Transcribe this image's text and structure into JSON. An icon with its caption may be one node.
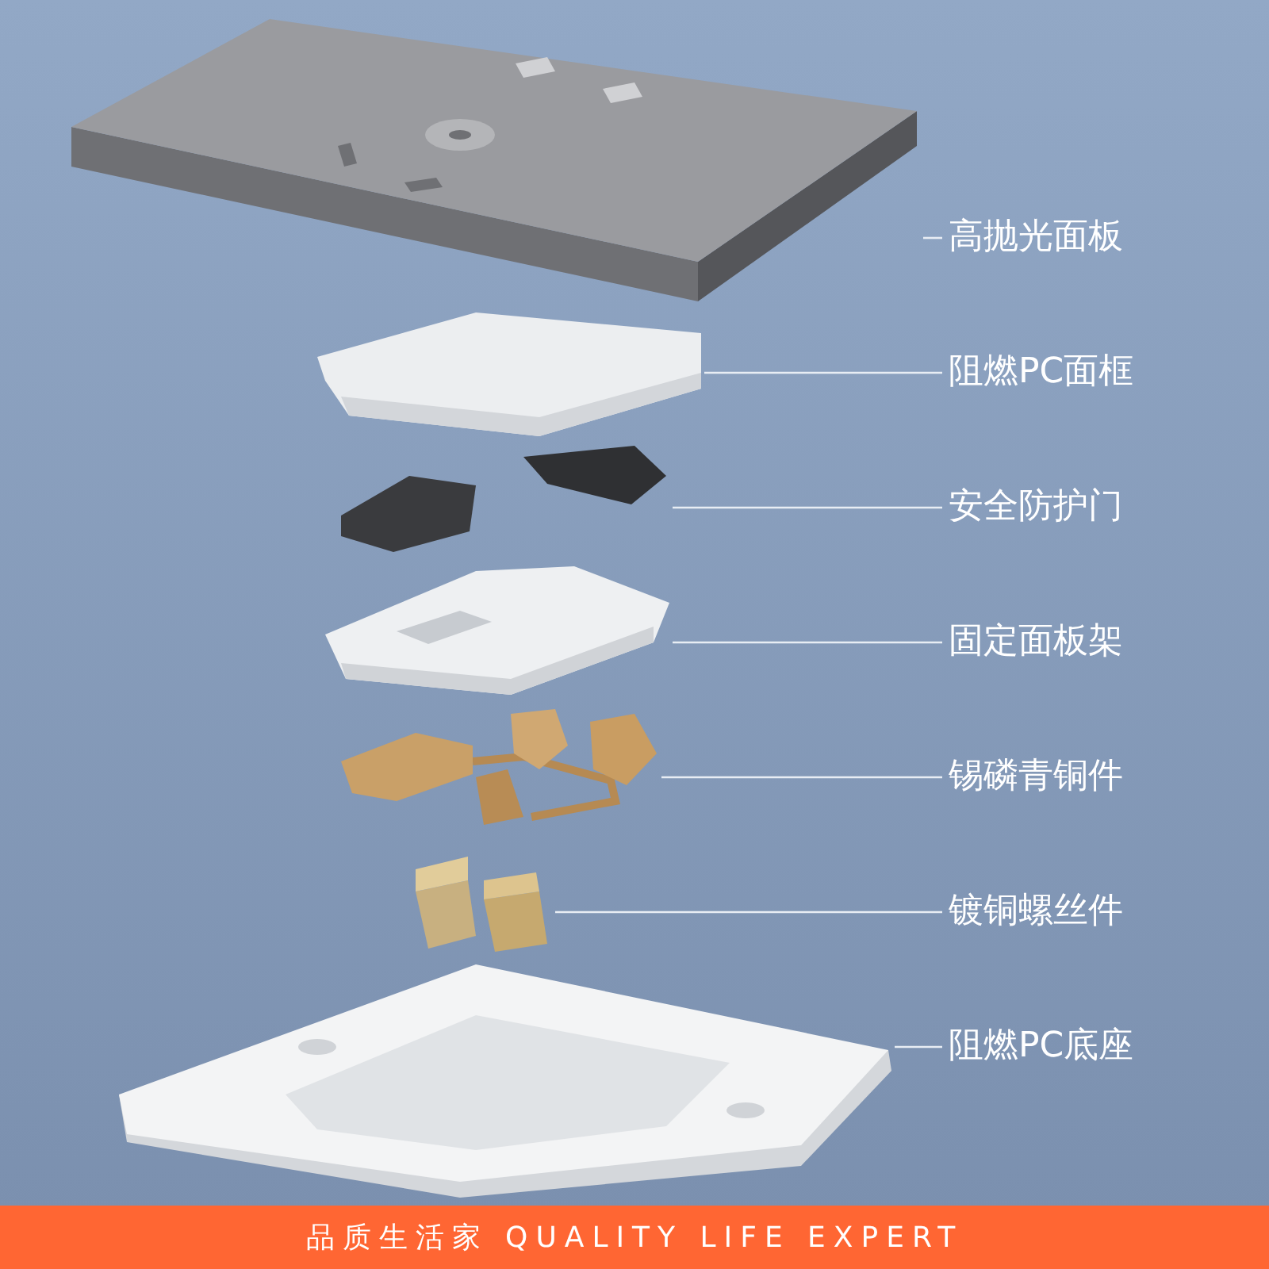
{
  "diagram": {
    "nodes": [
      {
        "text": [
          "高抛光面板"
        ]
      },
      {
        "text": [
          "阻燃PC面框"
        ]
      },
      {
        "text": [
          "安全防护门"
        ]
      },
      {
        "text": [
          "固定面板架"
        ]
      },
      {
        "text": [
          "锡磷青铜件"
        ]
      },
      {
        "text": [
          "镀铜螺丝件"
        ]
      },
      {
        "text": [
          "阻燃PC底座"
        ]
      },
      {
        "text": [],
        "shape": "picture"
      },
      {
        "text": [],
        "shape": "picture"
      },
      {
        "text": [],
        "shape": "picture"
      },
      {
        "text": [],
        "shape": "picture"
      },
      {
        "text": [],
        "shape": "picture"
      },
      {
        "text": [],
        "shape": "picture"
      },
      {
        "text": [],
        "shape": "picture"
      }
    ],
    "edges": [
      {
        "from": 0,
        "to": 7,
        "arrow": "none"
      },
      {
        "from": 1,
        "to": 8,
        "arrow": "none"
      },
      {
        "from": 2,
        "to": 9,
        "arrow": "none"
      },
      {
        "from": 3,
        "to": 10,
        "arrow": "none"
      },
      {
        "from": 4,
        "to": 11,
        "arrow": "none"
      },
      {
        "from": 5,
        "to": 12,
        "arrow": "none"
      },
      {
        "from": 6,
        "to": 13,
        "arrow": "none"
      }
    ],
    "labels": [
      "品质生活家 QUALITY LIFE EXPERT"
    ]
  }
}
